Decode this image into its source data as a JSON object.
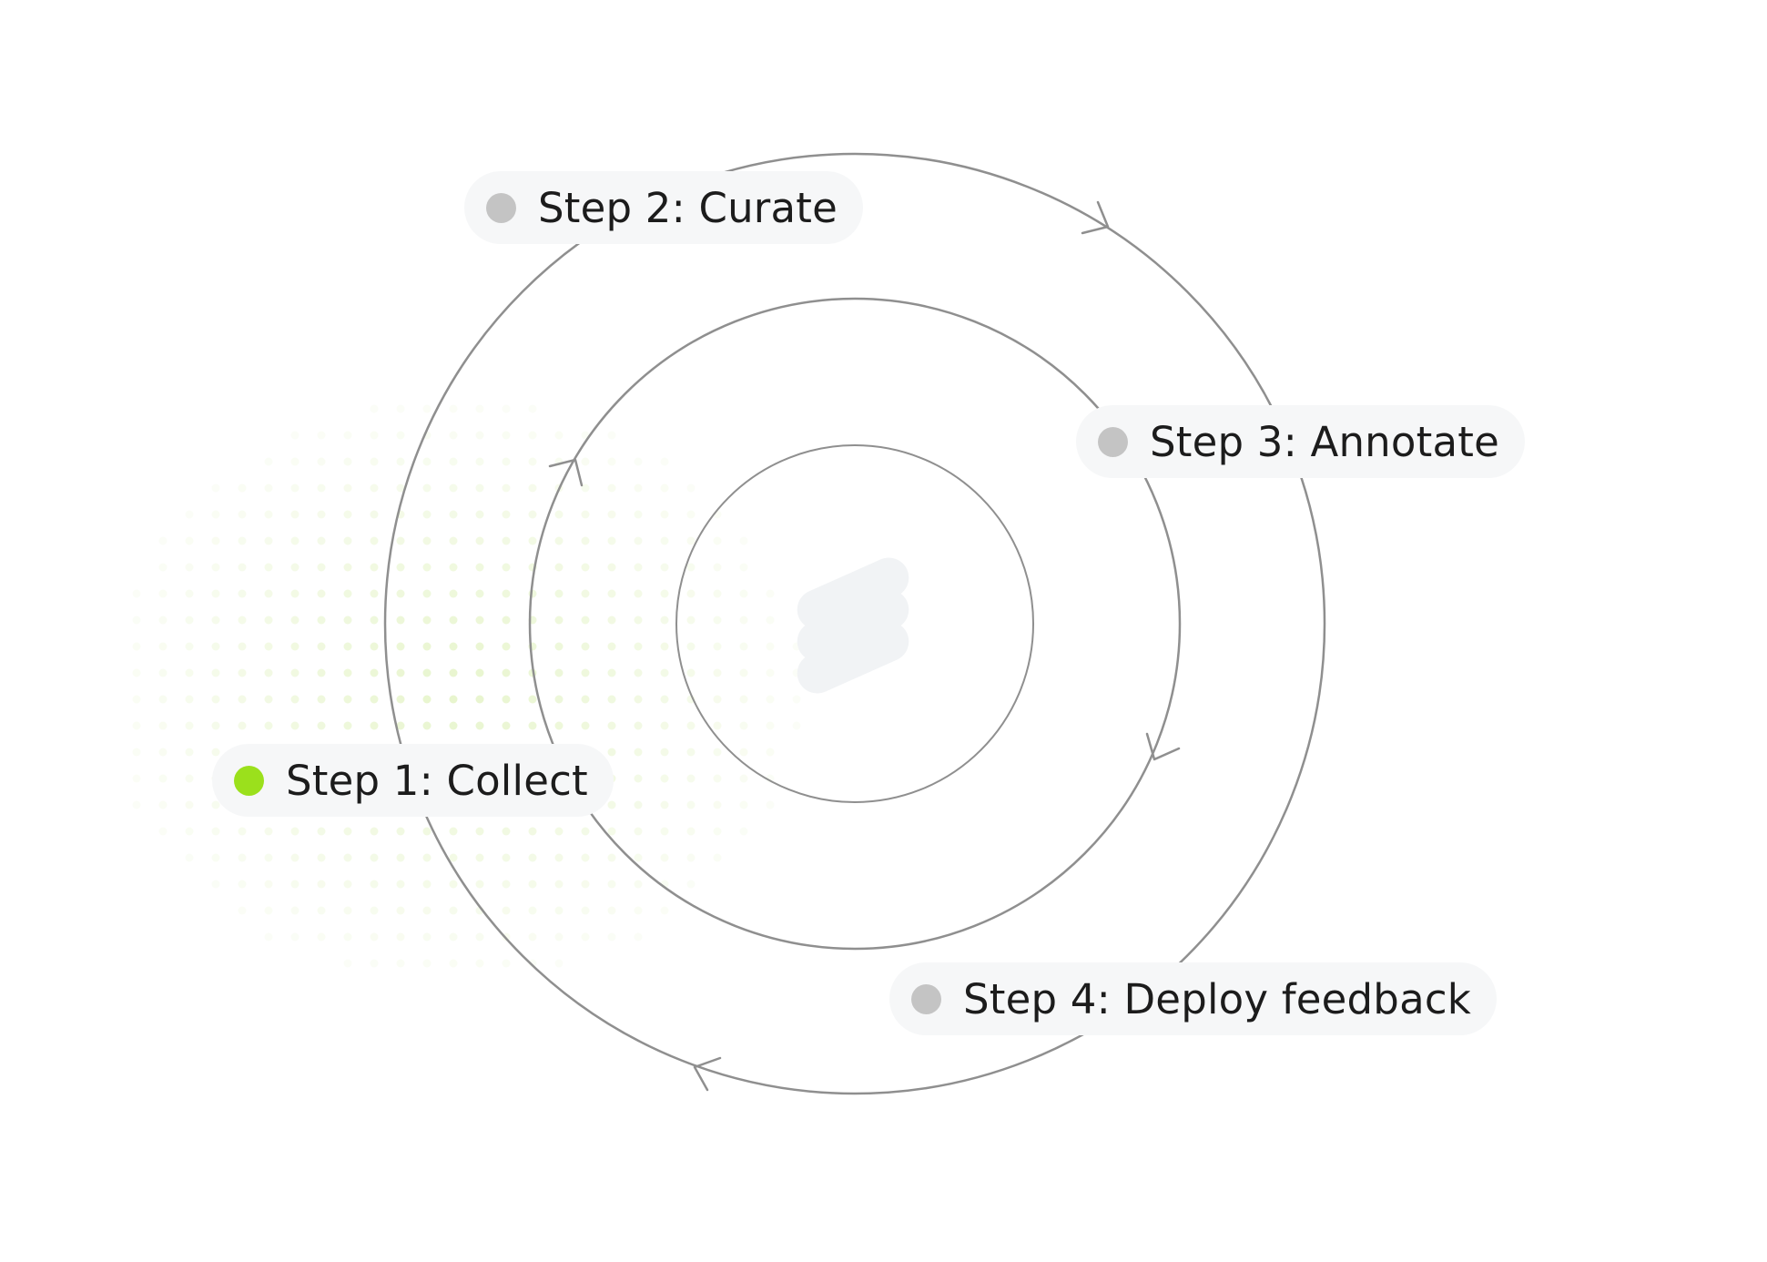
{
  "colors": {
    "active_dot": "#9be01c",
    "inactive_dot": "#c4c4c4",
    "pill_background": "#f6f7f8",
    "ring_stroke": "#8f8f8f",
    "dot_pattern": "#e3f3c4",
    "logo": "#f1f3f5"
  },
  "center_logo": {
    "icon": "stacked-layers-logo"
  },
  "steps": [
    {
      "label": "Step 1: Collect",
      "active": true
    },
    {
      "label": "Step 2: Curate",
      "active": false
    },
    {
      "label": "Step 3: Annotate",
      "active": false
    },
    {
      "label": "Step 4: Deploy feedback",
      "active": false
    }
  ],
  "cycle_arrows": {
    "icon": "chevron-arrow-icon",
    "direction": "clockwise"
  }
}
